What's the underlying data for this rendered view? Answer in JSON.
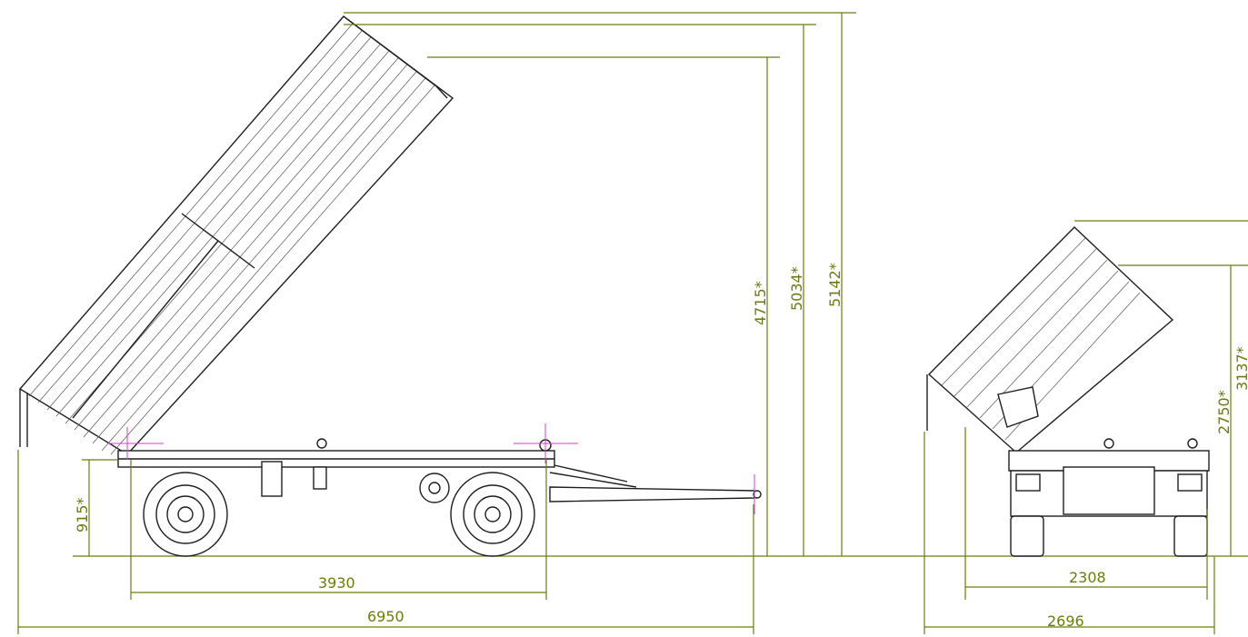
{
  "colors": {
    "dimension": "#6b7d0e",
    "outline": "#1e1e1e",
    "marker": "#d33fd3",
    "background": "#ffffff"
  },
  "side_view": {
    "dimensions": {
      "rear_height": "915*",
      "wheelbase": "3930",
      "overall_length": "6950",
      "height_1": "4715*",
      "height_2": "5034*",
      "height_3": "5142*"
    }
  },
  "rear_view": {
    "dimensions": {
      "track_width": "2308",
      "overall_width": "2696",
      "height_1": "2750*",
      "height_2": "3137*"
    }
  }
}
